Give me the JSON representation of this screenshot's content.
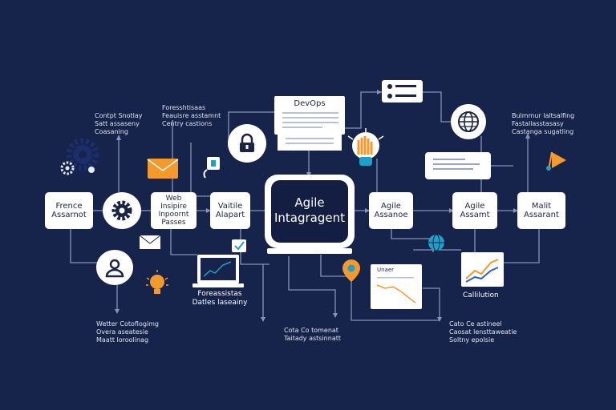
{
  "colors": {
    "background": "#16234a",
    "node": "#ffffff",
    "connector": "#8693b8",
    "accent_orange": "#f39a2b",
    "accent_blue": "#1fa0c8",
    "dark_navy": "#1b2444",
    "chart_blue": "#2f62c8"
  },
  "nodes": {
    "left_assistant": "Frence\nAssarnot",
    "web_insights": "Web\nInsipire\nInpoornt\nPasses",
    "vehicle": "Vaitile\nAlapart",
    "center": "Agile\nIntagragent",
    "agile_assistance": "Agile\nAssanoe",
    "agile_assistant": "Agile\nAssamt",
    "math_assistant": "Malit\nAssarant",
    "devops_doc": "DevOps"
  },
  "labels": {
    "top_left": "Contpt Snotlay\nSatt assaseny\nCoasaning",
    "top_mid": "Foresshtisaas\nFeauisre asstamnt\nCentry castions",
    "top_right": "Bulmmur laltsalfing\nFastallasstasasy\nCastanga sugatling",
    "bottom_left": "Wetter Cotoflogimg\nOvera aseatesie\nMaatt loroolinag",
    "laptop_caption": "Foreassistas\nDatles laseainy",
    "bottom_mid": "Cota Co tomenat\nTaitady astsinnatt",
    "bottom_right": "Cato Ce astineel\nCaosat lensttaweatie\nSoltny epolsie",
    "chart_card_title": "Unaer",
    "chart_caption": "Callilution"
  },
  "icons": {
    "gear_cluster": "gears-icon",
    "gear_node": "gear-icon",
    "mail": "envelope-icon",
    "open_mail": "open-envelope-icon",
    "plug": "plug-icon",
    "lock": "padlock-icon",
    "bulb_brain": "bulb-icon",
    "globe": "globe-icon",
    "small_globe": "globe-small-icon",
    "user": "user-icon",
    "idea": "lightbulb-icon",
    "laptop": "laptop-chart-icon",
    "check": "checkmark-icon",
    "pin": "map-pin-icon",
    "flag": "flag-icon",
    "trend": "trend-chart-icon"
  }
}
